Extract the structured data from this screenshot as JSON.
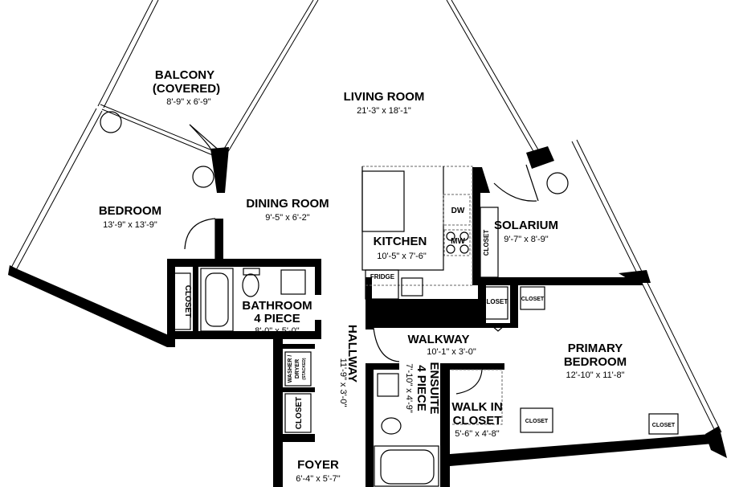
{
  "rooms": {
    "balcony": {
      "name": "BALCONY",
      "sub": "(COVERED)",
      "dim": "8'-9\" x 6'-9\""
    },
    "living": {
      "name": "LIVING ROOM",
      "dim": "21'-3\" x 18'-1\""
    },
    "bedroom": {
      "name": "BEDROOM",
      "dim": "13'-9\" x 13'-9\""
    },
    "dining": {
      "name": "DINING ROOM",
      "dim": "9'-5\" x 6'-2\""
    },
    "kitchen": {
      "name": "KITCHEN",
      "dim": "10'-5\" x 7'-6\""
    },
    "solarium": {
      "name": "SOLARIUM",
      "dim": "9'-7\" x 8'-9\""
    },
    "bathroom": {
      "name": "BATHROOM",
      "sub": "4 PIECE",
      "dim": "8'-0\" x 5'-0\""
    },
    "walkway": {
      "name": "WALKWAY",
      "dim": "10'-1\" x 3'-0\""
    },
    "primary": {
      "name": "PRIMARY",
      "sub": "BEDROOM",
      "dim": "12'-10\" x 11'-8\""
    },
    "hallway": {
      "name": "HALLWAY",
      "dim": "11'-9\" x 3'-0\""
    },
    "ensuite": {
      "name": "ENSUITE",
      "sub": "4 PIECE",
      "dim": "7'-10\" x 4'-9\""
    },
    "walkin": {
      "name": "WALK IN",
      "sub": "CLOSET",
      "dim": "5'-6\" x 4'-8\""
    },
    "foyer": {
      "name": "FOYER",
      "dim": "6'-4\" x 5'-7\""
    }
  },
  "fixtures": {
    "dw": "DW",
    "mw": "MW",
    "fridge": "FRIDGE",
    "closet": "CLOSET",
    "washer": "WASHER /",
    "dryer": "DRYER",
    "stacked": "(STACKED)"
  }
}
